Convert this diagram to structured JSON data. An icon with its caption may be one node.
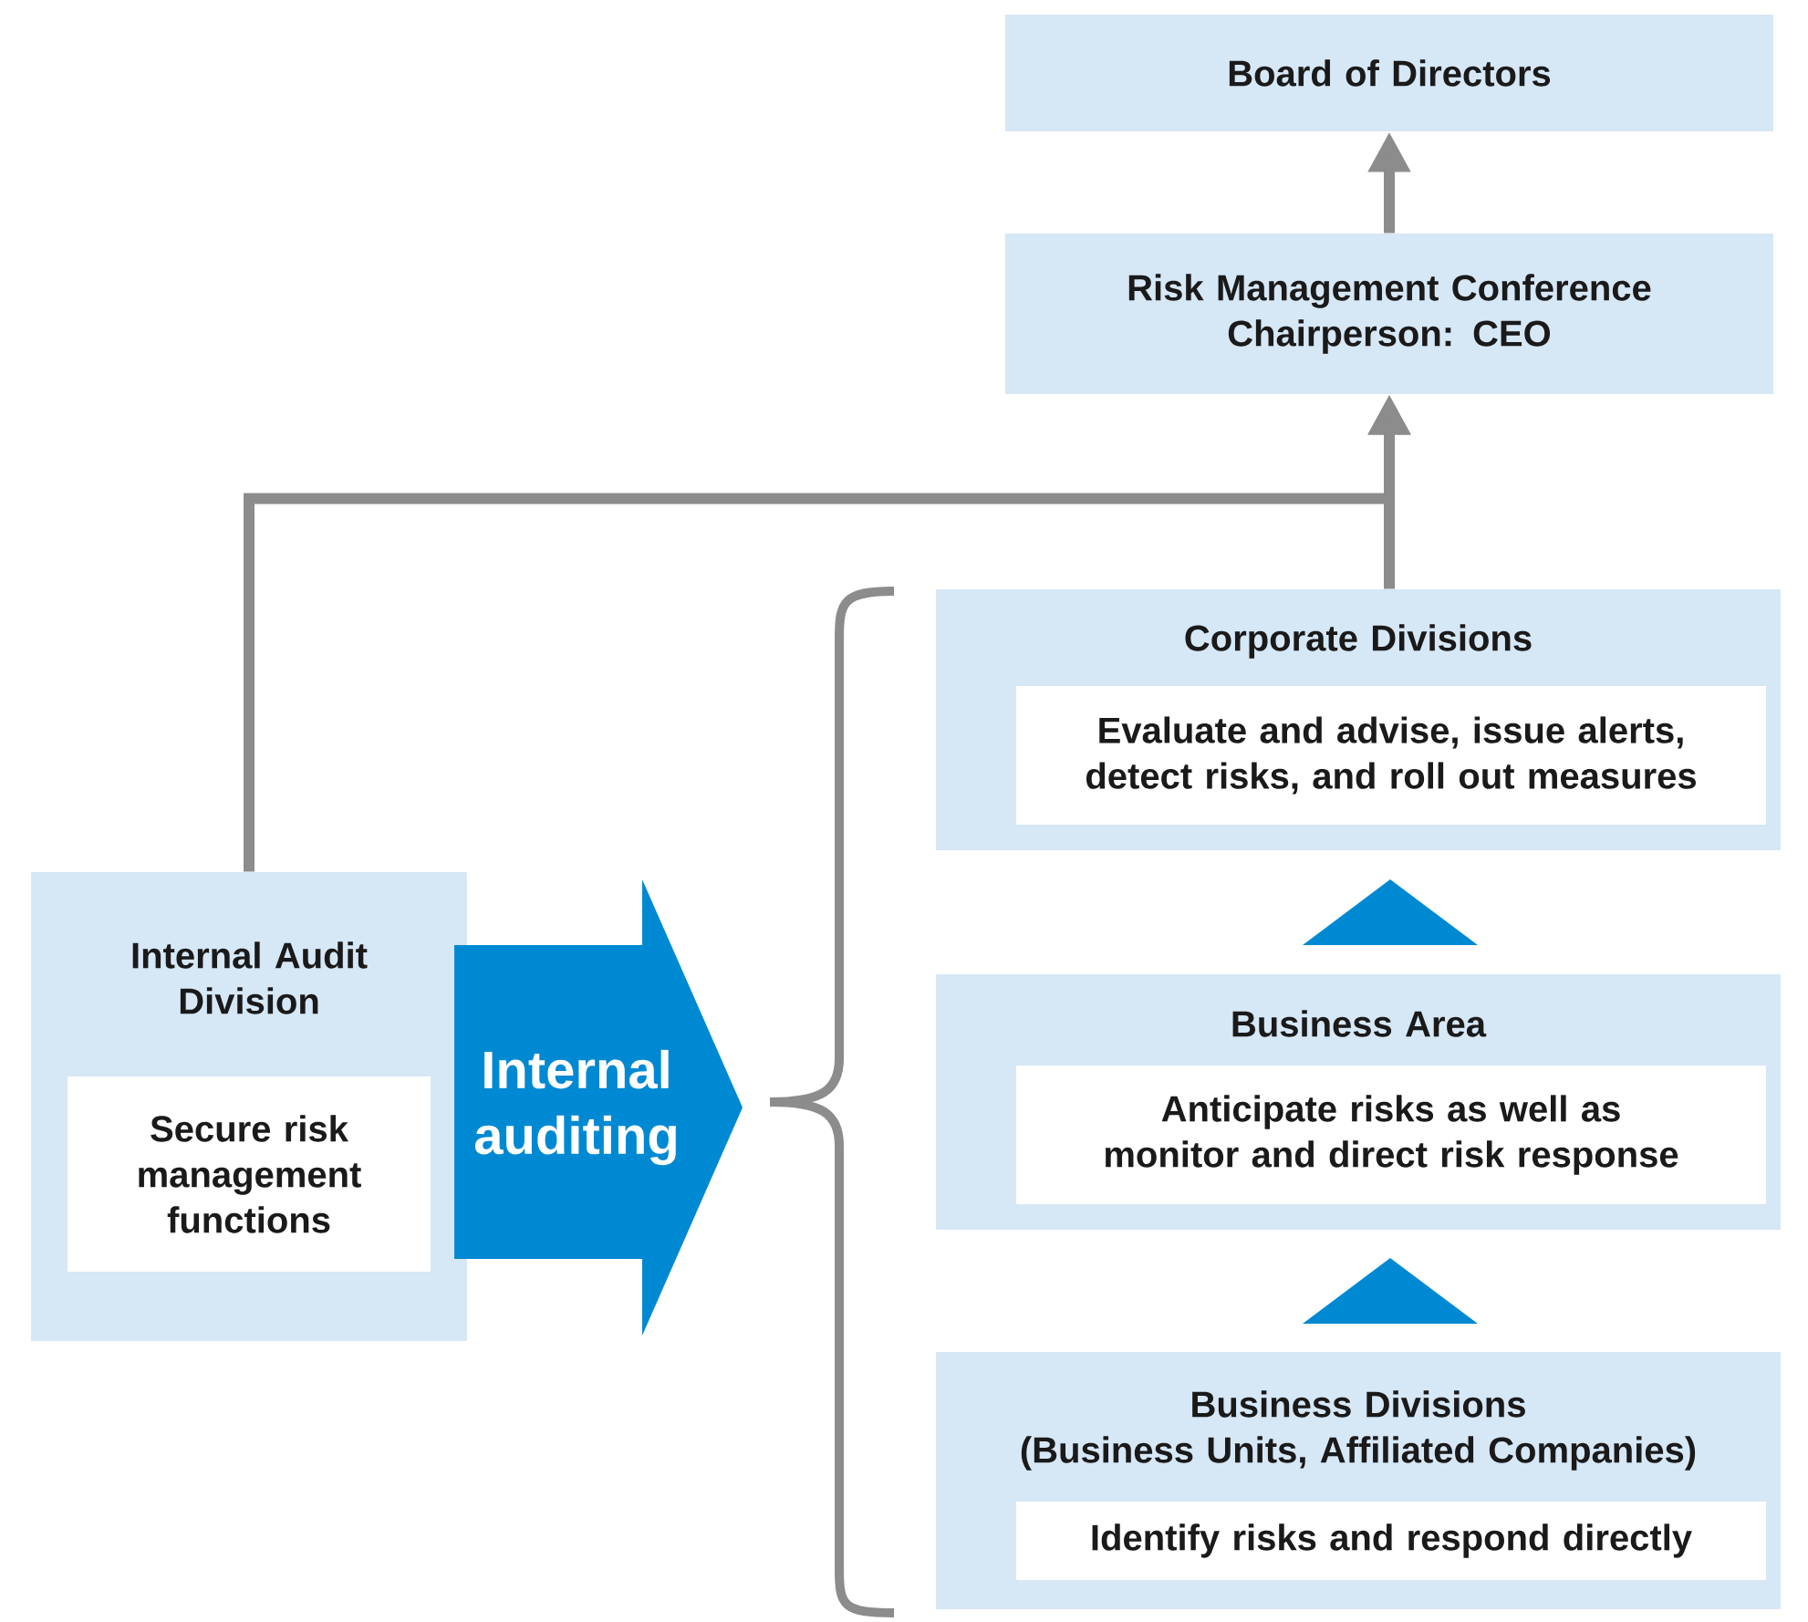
{
  "diagram": {
    "nodes": [
      {
        "text": [
          "Board of Directors"
        ]
      },
      {
        "text": [
          "Risk Management Conference",
          "Chairperson: CEO"
        ]
      },
      {
        "text": [
          "Corporate Divisions"
        ]
      },
      {
        "text": [
          "Evaluate and advise, issue alerts, detect risks, and roll out measures"
        ],
        "in": 2
      },
      {
        "text": [
          "Business Area"
        ]
      },
      {
        "text": [
          "Anticipate risks as well as monitor and direct risk response"
        ],
        "in": 4
      },
      {
        "text": [
          "Business Divisions",
          "(Business Units, Affiliated Companies)"
        ]
      },
      {
        "text": [
          "Identify risks and respond directly"
        ],
        "in": 6
      },
      {
        "text": [
          "Internal Audit Division"
        ]
      },
      {
        "text": [
          "Secure risk management functions"
        ],
        "in": 8
      },
      {
        "text": [
          "Internal auditing"
        ]
      }
    ],
    "edges": [
      {
        "from": 1,
        "to": 0,
        "arrow": "to"
      },
      {
        "from": 2,
        "to": 1,
        "arrow": "to"
      },
      {
        "from": 8,
        "to": 1,
        "arrow": "to"
      },
      {
        "from": 4,
        "to": 2,
        "arrow": "to",
        "color": "#0089d3"
      },
      {
        "from": 6,
        "to": 4,
        "arrow": "to",
        "color": "#0089d3"
      }
    ]
  }
}
